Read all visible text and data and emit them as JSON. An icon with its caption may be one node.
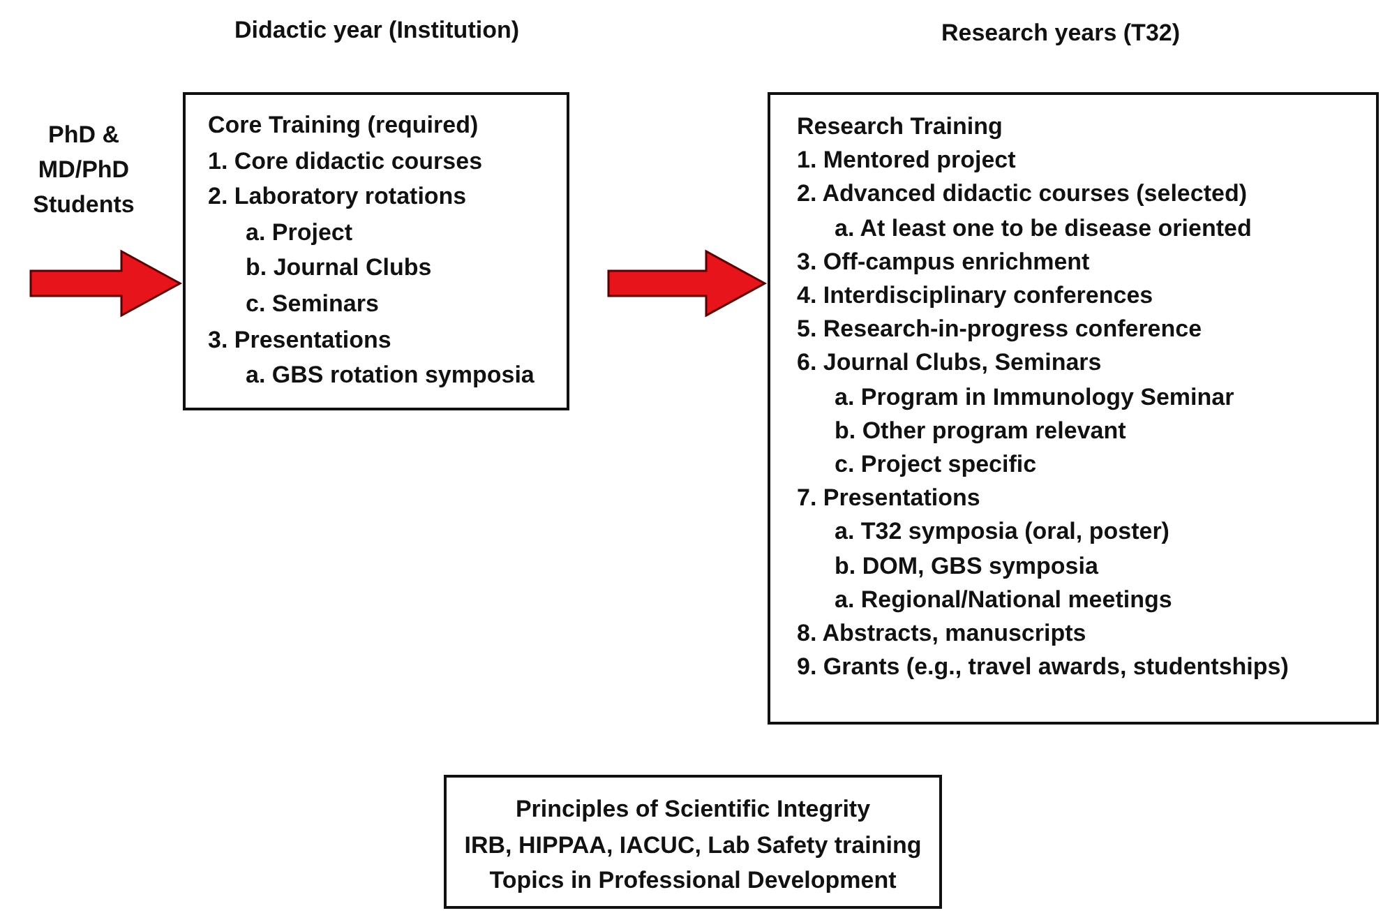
{
  "diagram": {
    "nodes": [
      {
        "text": [
          "Didactic year (Institution)",
          "Core Training (required)",
          "1. Core didactic courses",
          "2. Laboratory rotations",
          "a. Project",
          "b. Journal Clubs",
          "c. Seminars",
          "3. Presentations",
          "a. GBS rotation symposia"
        ]
      },
      {
        "text": [
          "Research years (T32)",
          "Research Training",
          "1. Mentored project",
          "2. Advanced didactic courses (selected)",
          "a. At least one to be disease oriented",
          "3. Off-campus enrichment",
          "4. Interdisciplinary conferences",
          "5. Research-in-progress conference",
          "6. Journal Clubs, Seminars",
          "a. Program in Immunology Seminar",
          "b. Other program relevant",
          "c. Project specific",
          "7. Presentations",
          "a. T32 symposia (oral, poster)",
          "b. DOM, GBS symposia",
          "a. Regional/National meetings",
          "8. Abstracts, manuscripts",
          "9. Grants (e.g., travel awards, studentships)"
        ]
      },
      {
        "text": [
          "Principles of Scientific Integrity",
          "IRB, HIPPAA, IACUC, Lab Safety training",
          "Topics in Professional Development"
        ]
      }
    ],
    "edges": [
      {
        "from": null,
        "to": 0,
        "arrow": "to"
      },
      {
        "from": 0,
        "to": 1,
        "arrow": "to"
      }
    ],
    "labels": [
      "PhD & MD/PhD Students"
    ]
  }
}
